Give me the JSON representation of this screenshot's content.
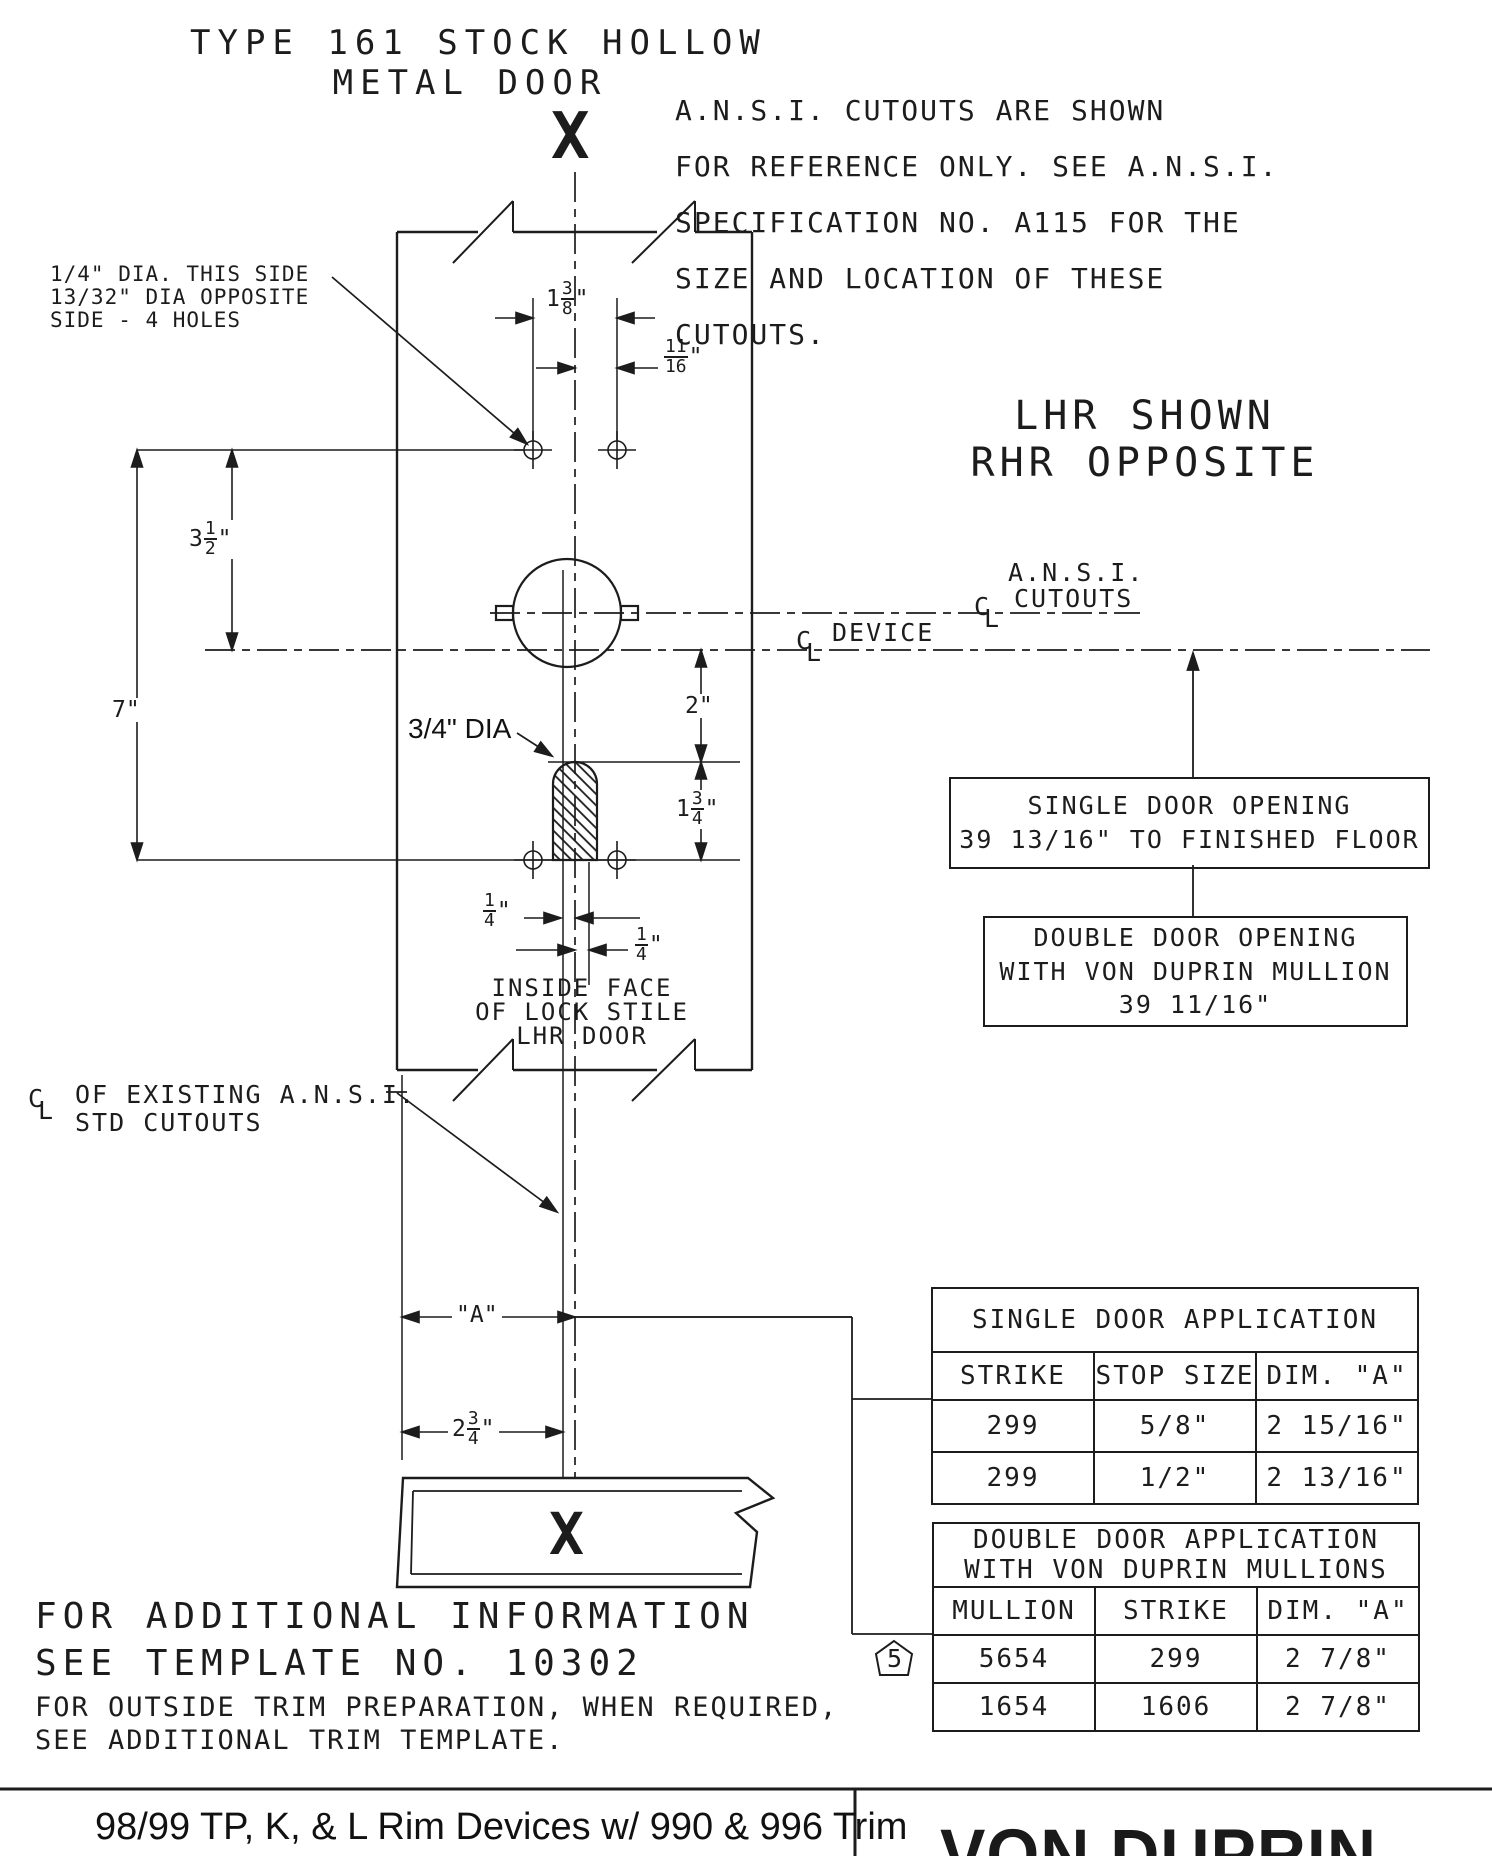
{
  "title": {
    "line1": "TYPE 161 STOCK HOLLOW",
    "line2": "METAL DOOR"
  },
  "ansi_note": {
    "line1": "A.N.S.I. CUTOUTS ARE SHOWN",
    "line2": "FOR REFERENCE ONLY. SEE A.N.S.I.",
    "line3": "SPECIFICATION NO. A115 FOR THE",
    "line4": "SIZE AND LOCATION OF THESE",
    "line5": "CUTOUTS."
  },
  "handing": {
    "line1": "LHR SHOWN",
    "line2": "RHR OPPOSITE"
  },
  "hole_note": {
    "line1": "1/4\" DIA. THIS SIDE",
    "line2": "13/32\" DIA OPPOSITE",
    "line3": "SIDE - 4 HOLES"
  },
  "markers": {
    "section_top": "X",
    "section_bottom": "X",
    "table_note": "5",
    "cl_c": "C",
    "cl_l": "L"
  },
  "centerlines": {
    "device": "DEVICE",
    "ansi_line1": "A.N.S.I.",
    "ansi_line2": "CUTOUTS",
    "existing_line1": "OF EXISTING A.N.S.I.",
    "existing_line2": "STD CUTOUTS"
  },
  "slot_label": "3/4\" DIA",
  "inside_face": {
    "line1": "INSIDE FACE",
    "line2": "OF LOCK STILE",
    "line3": "LHR DOOR"
  },
  "dims": {
    "hole_spacing": {
      "whole": "1",
      "num": "3",
      "den": "8",
      "unit": "\""
    },
    "hole_offset": {
      "num": "11",
      "den": "16",
      "unit": "\""
    },
    "top_to_cl": {
      "whole": "3",
      "num": "1",
      "den": "2",
      "unit": "\""
    },
    "top_to_bottom": {
      "value": "7",
      "unit": "\""
    },
    "cl_to_slot": {
      "value": "2",
      "unit": "\""
    },
    "slot_len": {
      "whole": "1",
      "num": "3",
      "den": "4",
      "unit": "\""
    },
    "offset_upper": {
      "num": "1",
      "den": "4",
      "unit": "\""
    },
    "offset_lower": {
      "num": "1",
      "den": "4",
      "unit": "\""
    },
    "dim_a": "\"A\"",
    "face_to_cl": {
      "whole": "2",
      "num": "3",
      "den": "4",
      "unit": "\""
    }
  },
  "opening_notes": {
    "single": {
      "line1": "SINGLE DOOR OPENING",
      "line2": "39 13/16\" TO FINISHED FLOOR"
    },
    "double": {
      "line1": "DOUBLE DOOR OPENING",
      "line2": "WITH VON DUPRIN MULLION",
      "line3": "39 11/16\""
    }
  },
  "single_table": {
    "title": "SINGLE DOOR APPLICATION",
    "headers": [
      "STRIKE",
      "STOP SIZE",
      "DIM. \"A\""
    ],
    "rows": [
      [
        "299",
        "5/8\"",
        "2 15/16\""
      ],
      [
        "299",
        "1/2\"",
        "2 13/16\""
      ]
    ]
  },
  "double_table": {
    "title1": "DOUBLE DOOR APPLICATION",
    "title2": "WITH VON DUPRIN MULLIONS",
    "headers": [
      "MULLION",
      "STRIKE",
      "DIM. \"A\""
    ],
    "rows": [
      [
        "5654",
        "299",
        "2 7/8\""
      ],
      [
        "1654",
        "1606",
        "2 7/8\""
      ]
    ]
  },
  "footnote": {
    "line1": "FOR ADDITIONAL INFORMATION",
    "line2": "SEE TEMPLATE NO. 10302",
    "line3": "FOR OUTSIDE TRIM PREPARATION, WHEN REQUIRED,",
    "line4": "SEE ADDITIONAL TRIM TEMPLATE."
  },
  "footer": {
    "product": "98/99 TP, K, & L Rim Devices w/ 990 & 996 Trim",
    "brand": "VON DUPRIN"
  }
}
